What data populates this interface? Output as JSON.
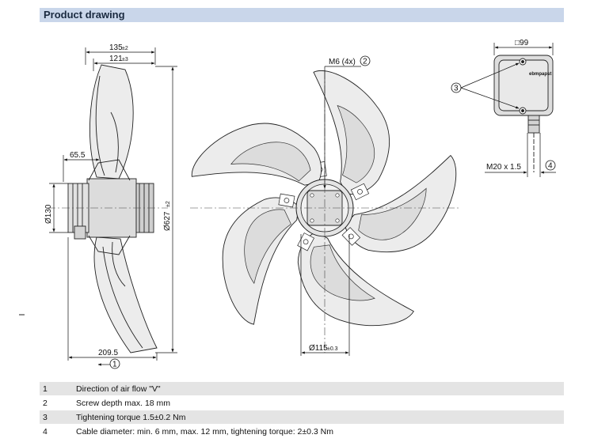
{
  "header": {
    "title": "Product drawing"
  },
  "dimensions": {
    "overall_depth": "135",
    "overall_depth_tol": "±2",
    "hub_depth": "121",
    "hub_depth_tol": "±3",
    "flange_offset": "65.5",
    "motor_dia": "Ø130",
    "blade_dia": "Ø627",
    "blade_dia_tol": "±2",
    "total_length": "209.5",
    "bolt_circle": "Ø115",
    "bolt_circle_tol": "±0.3",
    "thread": "M6 (4x)",
    "box_size": "□99",
    "gland": "M20 x 1.5"
  },
  "callouts": {
    "c1": "1",
    "c2": "2",
    "c3": "3",
    "c4": "4"
  },
  "brand_mark": "ebmpapst",
  "legend": [
    {
      "num": "1",
      "text": "Direction of air flow \"V\""
    },
    {
      "num": "2",
      "text": "Screw depth max. 18 mm"
    },
    {
      "num": "3",
      "text": "Tightening torque 1.5±0.2 Nm"
    },
    {
      "num": "4",
      "text": "Cable diameter: min. 6 mm, max. 12 mm, tightening torque: 2±0.3 Nm"
    }
  ]
}
